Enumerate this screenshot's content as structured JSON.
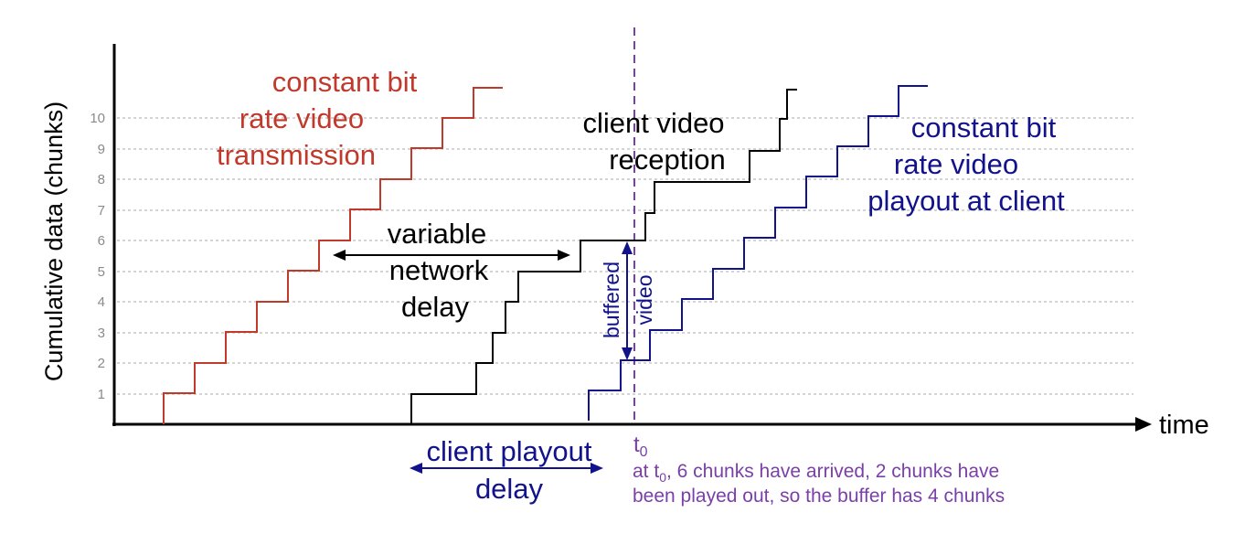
{
  "axes": {
    "ylabel": "Cumulative data (chunks)",
    "xlabel": "time",
    "yticks": [
      "1",
      "2",
      "3",
      "4",
      "5",
      "6",
      "7",
      "8",
      "9",
      "10"
    ]
  },
  "colors": {
    "transmission": "#c0392b",
    "reception": "#000000",
    "playout": "#12128a",
    "annotation": "#7a3fa8",
    "grid": "#aaaaaa"
  },
  "labels": {
    "transmission": [
      "constant bit",
      "rate video",
      "transmission"
    ],
    "reception": [
      "client video",
      "reception"
    ],
    "playout": [
      "constant bit",
      "rate video",
      "playout at client"
    ],
    "network_delay": [
      "variable",
      "network",
      "delay"
    ],
    "buffered": [
      "buffered",
      "video"
    ],
    "playout_delay": [
      "client playout",
      "delay"
    ]
  },
  "t0": {
    "t": "t",
    "sub": "0",
    "note_line1_pre": "at t",
    "note_line1_sub": "0",
    "note_line1_post": ", 6 chunks have arrived, 2 chunks have",
    "note_line2": "been played out, so the buffer has 4 chunks"
  },
  "icons": {
    "x_axis_arrow": "arrowhead-right",
    "delay_arrows": "double-headed-arrow"
  }
}
